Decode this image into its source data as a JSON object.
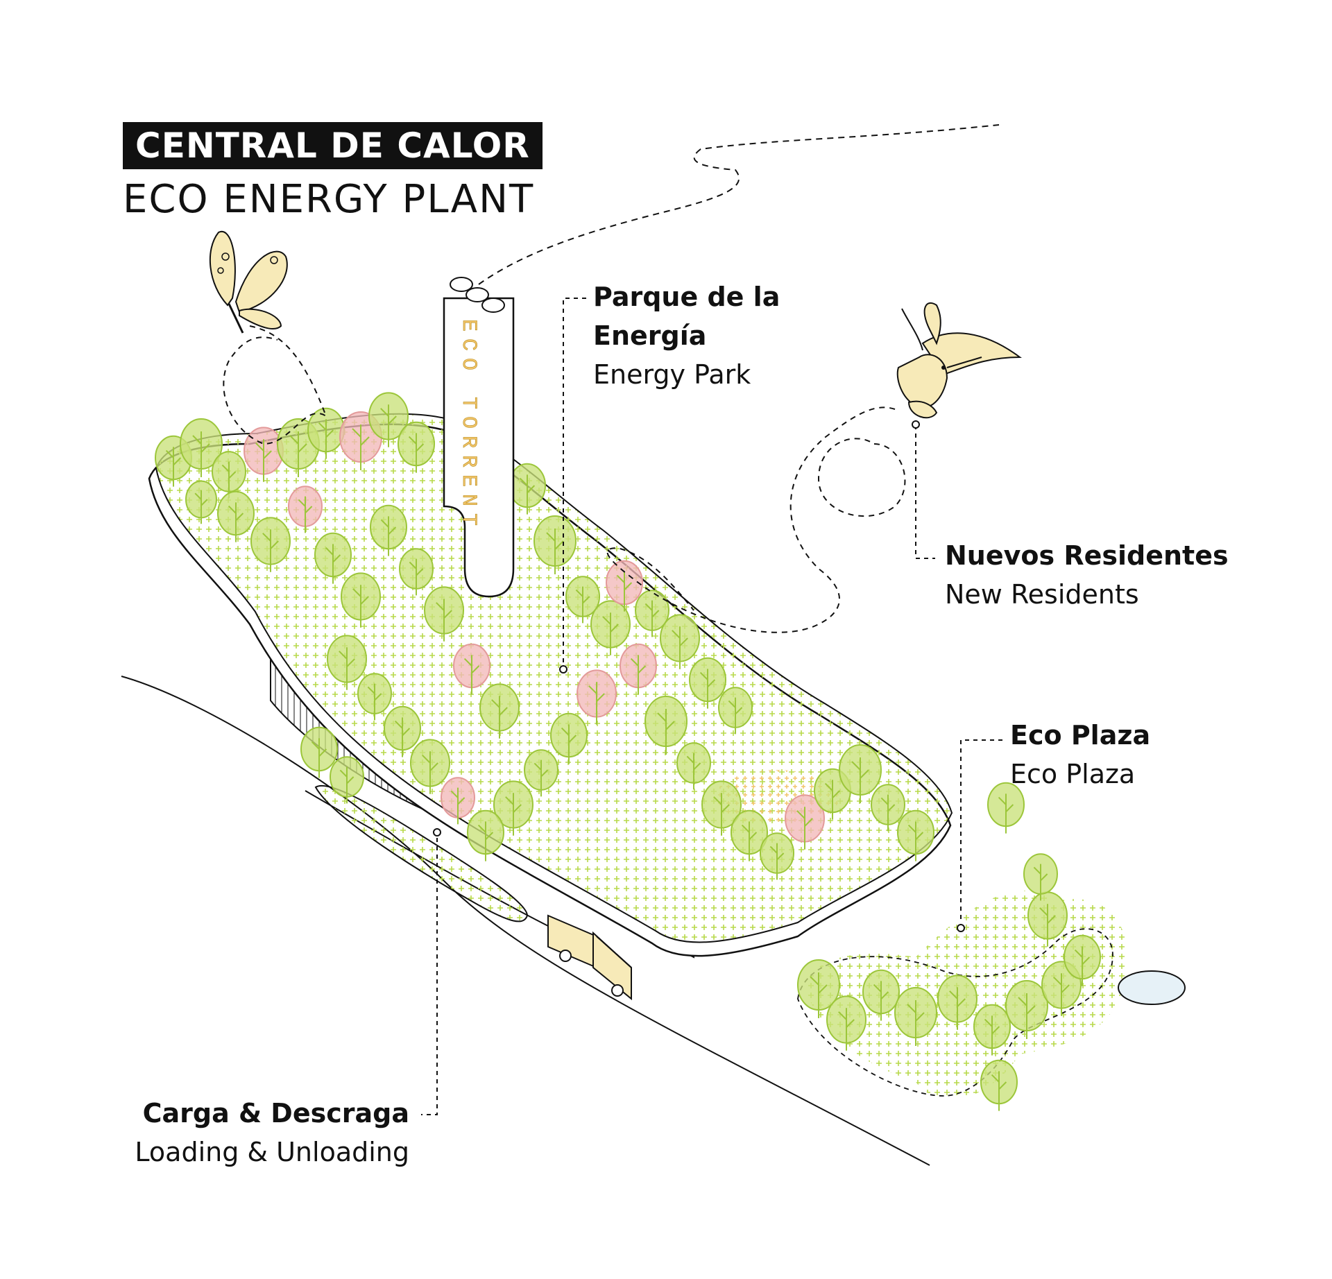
{
  "title": "CENTRAL DE CALOR",
  "subtitle": "ECO ENERGY PLANT",
  "tower_text": "ECO TORRENT",
  "labels": {
    "parque": {
      "es_line1": "Parque de la",
      "es_line2": "Energía",
      "en": "Energy Park"
    },
    "residentes": {
      "es": "Nuevos Residentes",
      "en": "New Residents"
    },
    "plaza": {
      "es": "Eco Plaza",
      "en": "Eco Plaza"
    },
    "carga": {
      "es": "Carga & Descraga",
      "en": "Loading & Unloading"
    }
  },
  "colors": {
    "tree_green": "#c9e27a",
    "tree_stroke": "#9cc63a",
    "tree_pink": "#f2b8b8",
    "ground_dots": "#b7d94a",
    "accent_yellow": "#f7eab8",
    "water": "#e6f1f7",
    "line": "#111111"
  },
  "icons": [
    "butterfly-icon",
    "hummingbird-icon",
    "truck-icon"
  ]
}
